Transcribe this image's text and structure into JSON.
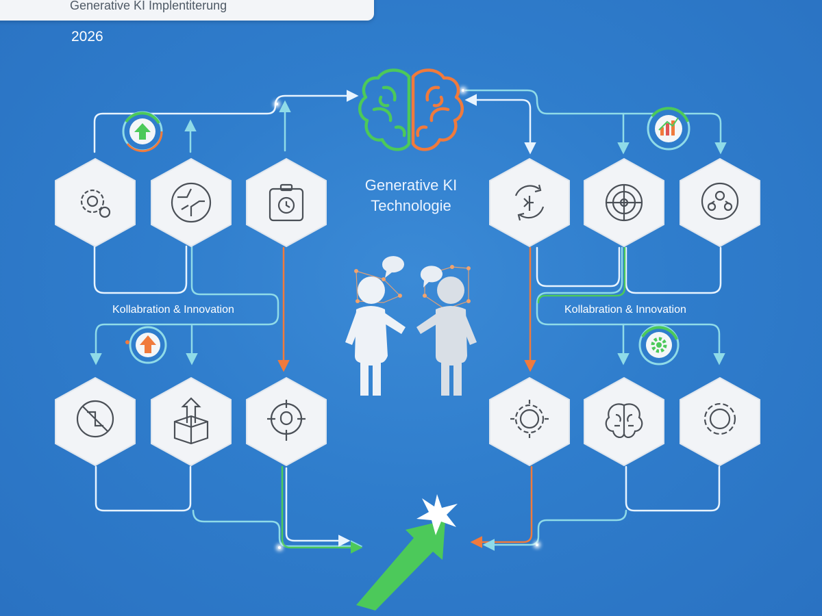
{
  "header": {
    "title": "Generative KI Implentiterung",
    "year": "2026"
  },
  "center": {
    "title_line1": "Generative KI",
    "title_line2": "Technologie"
  },
  "labels": {
    "left_section": "Kollabration & Innovation",
    "right_section": "Kollabration & Innovation"
  },
  "colors": {
    "background": "#2f7dcc",
    "hexagon_fill": "#f2f4f7",
    "line_light": "#dfeefb",
    "line_cyan": "#7fd6e6",
    "accent_green": "#4cc95a",
    "accent_orange": "#f07a3c"
  },
  "hexagons": {
    "left_top": [
      "gear-settings-icon",
      "circuit-network-icon",
      "clipboard-clock-icon"
    ],
    "left_bottom": [
      "rotate-arrows-icon",
      "box-upload-icon",
      "target-crosshair-icon"
    ],
    "right_top": [
      "sync-cycle-icon",
      "radar-icon",
      "team-circle-icon"
    ],
    "right_bottom": [
      "gear-icon",
      "brain-icon",
      "gear-icon"
    ]
  },
  "badges": [
    "up-arrow-green-icon",
    "bar-chart-icon",
    "up-arrow-orange-icon",
    "gear-green-icon"
  ]
}
